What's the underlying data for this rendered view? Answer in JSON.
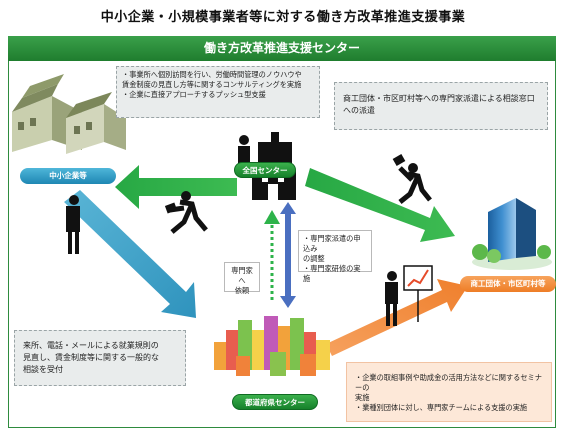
{
  "title": "中小企業・小規模事業者等に対する働き方改革推進支援事業",
  "header": "働き方改革推進支援センター",
  "nodes": {
    "sme": "中小企業等",
    "national": "全国センター",
    "commerce": "商工団体・市区町村等",
    "prefecture": "都道府県センター"
  },
  "notes": {
    "visit": "・事業所へ個別訪問を行い、労働時間管理のノウハウや\n 賃金制度の見直し方等に関するコンサルティングを実施\n・企業に直接アプローチするプッシュ型支援",
    "dispatch": "商工団体・市区町村等への専門家派遣による相談窓口\nへの派遣",
    "request": "・専門家派遣の申込み\n の調整\n・専門家研修の実施",
    "expert_request": "専門家へ\n依頼",
    "consult": "来所、電話・メールによる就業規則の\n見直し、賃金制度等に関する一般的な\n相談を受付",
    "seminar": "・企業の取組事例や助成金の活用方法などに関するセミナーの\n 実施\n・業種別団体に対し、専門家チームによる支援の実施"
  },
  "colors": {
    "header_green": "#2e8b3e",
    "arrow_green": "#2db34a",
    "arrow_blue": "#4aa7c9",
    "arrow_orange": "#f28a3c",
    "pill_blue": "#2596c4",
    "pill_orange": "#f08c3a"
  },
  "icons": [
    "factory-icon",
    "building-icon",
    "tower-icon",
    "city-icon",
    "businessman-icon",
    "running-man-icon",
    "presenter-icon"
  ]
}
